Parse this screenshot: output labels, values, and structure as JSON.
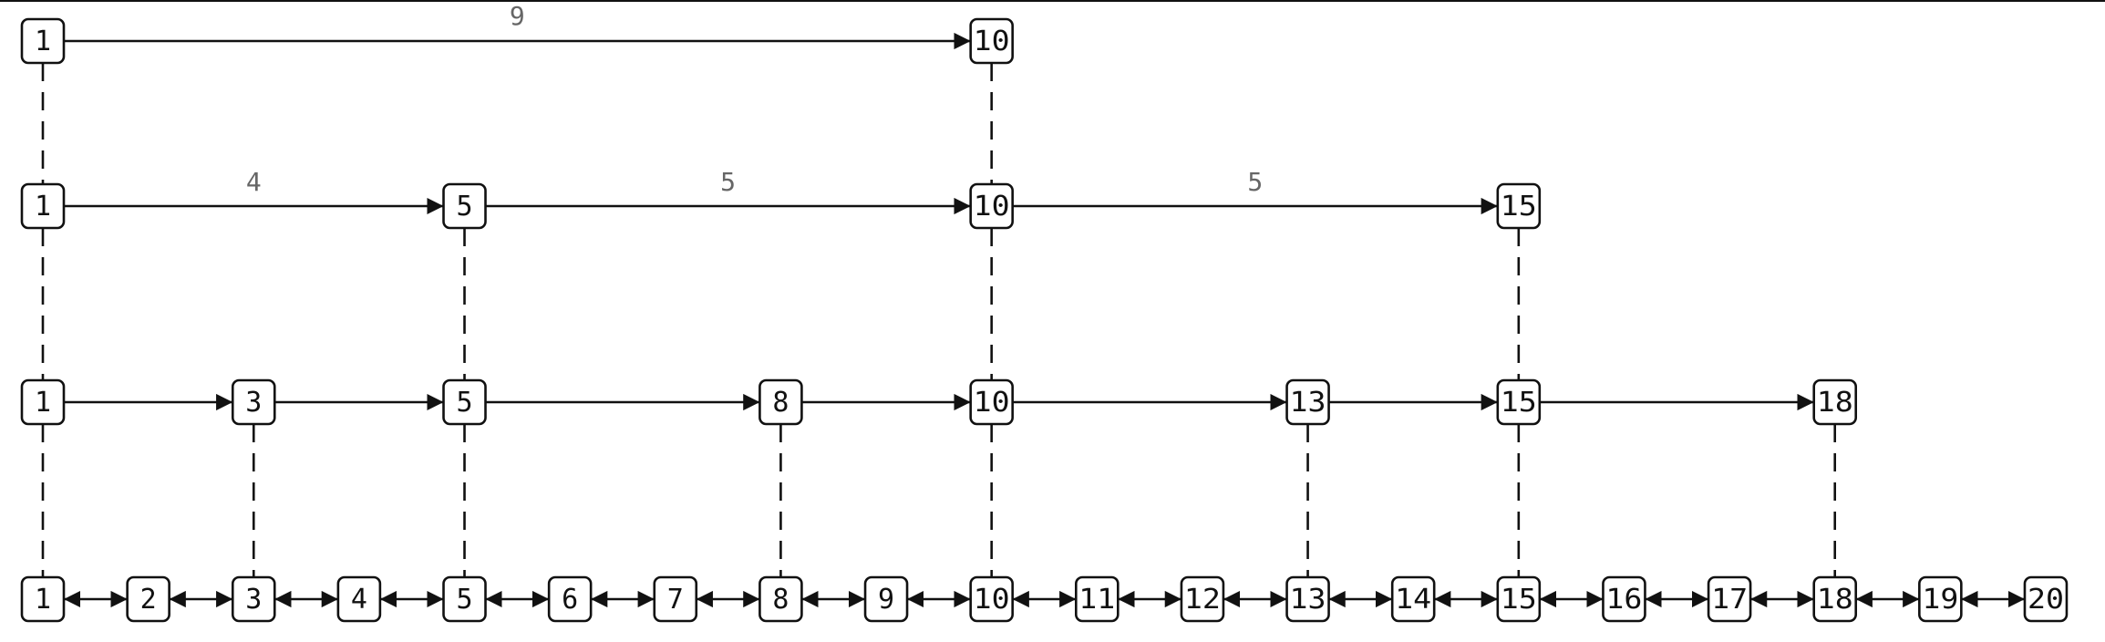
{
  "levels": [
    {
      "nodes": [
        "1",
        "10"
      ],
      "edge_labels": [
        "9"
      ]
    },
    {
      "nodes": [
        "1",
        "5",
        "10",
        "15"
      ],
      "edge_labels": [
        "4",
        "5",
        "5"
      ]
    },
    {
      "nodes": [
        "1",
        "3",
        "5",
        "8",
        "10",
        "13",
        "15",
        "18"
      ],
      "edge_labels": []
    },
    {
      "nodes": [
        "1",
        "2",
        "3",
        "4",
        "5",
        "6",
        "7",
        "8",
        "9",
        "10",
        "11",
        "12",
        "13",
        "14",
        "15",
        "16",
        "17",
        "18",
        "19",
        "20"
      ],
      "edge_labels": []
    }
  ]
}
